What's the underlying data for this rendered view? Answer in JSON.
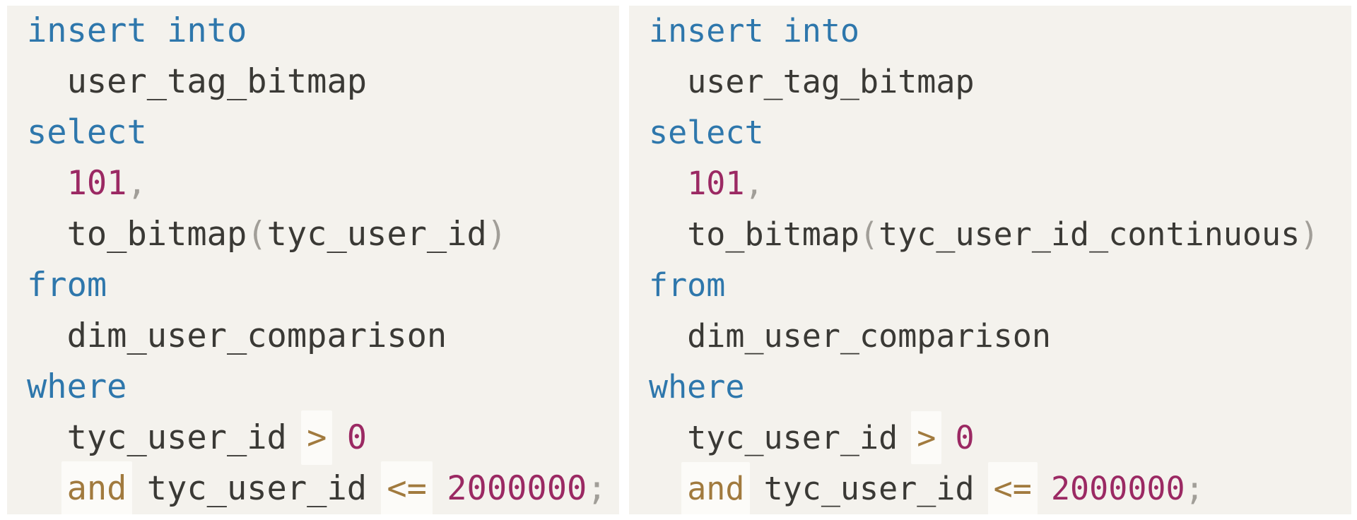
{
  "colors": {
    "page_bg": "#ffffff",
    "panel_bg": "#f4f2ed",
    "keyword": "#2e77ac",
    "identifier": "#3a3935",
    "number": "#9b2963",
    "operator": "#a17a3e",
    "punctuation": "#a19e98",
    "highlight_bg": "#fcfbf8"
  },
  "panels": [
    {
      "name": "sql-snippet-left",
      "lines": [
        [
          {
            "text": "insert into",
            "type": "keyword"
          }
        ],
        [
          {
            "text": "  ",
            "type": "plain"
          },
          {
            "text": "user_tag_bitmap",
            "type": "identifier"
          }
        ],
        [
          {
            "text": "select",
            "type": "keyword"
          }
        ],
        [
          {
            "text": "  ",
            "type": "plain"
          },
          {
            "text": "101",
            "type": "number"
          },
          {
            "text": ",",
            "type": "punctuation"
          }
        ],
        [
          {
            "text": "  ",
            "type": "plain"
          },
          {
            "text": "to_bitmap",
            "type": "identifier"
          },
          {
            "text": "(",
            "type": "punctuation"
          },
          {
            "text": "tyc_user_id",
            "type": "identifier"
          },
          {
            "text": ")",
            "type": "punctuation"
          }
        ],
        [
          {
            "text": "from",
            "type": "keyword"
          }
        ],
        [
          {
            "text": "  ",
            "type": "plain"
          },
          {
            "text": "dim_user_comparison",
            "type": "identifier"
          }
        ],
        [
          {
            "text": "where",
            "type": "keyword"
          }
        ],
        [
          {
            "text": "  ",
            "type": "plain"
          },
          {
            "text": "tyc_user_id",
            "type": "identifier"
          },
          {
            "text": " ",
            "type": "plain"
          },
          {
            "text": ">",
            "type": "operator",
            "hl": true
          },
          {
            "text": " ",
            "type": "plain"
          },
          {
            "text": "0",
            "type": "number"
          }
        ],
        [
          {
            "text": "  ",
            "type": "plain"
          },
          {
            "text": "and",
            "type": "operator",
            "hl": true
          },
          {
            "text": " ",
            "type": "plain"
          },
          {
            "text": "tyc_user_id",
            "type": "identifier"
          },
          {
            "text": " ",
            "type": "plain"
          },
          {
            "text": "<=",
            "type": "operator",
            "hl": true
          },
          {
            "text": " ",
            "type": "plain"
          },
          {
            "text": "2000000",
            "type": "number"
          },
          {
            "text": ";",
            "type": "punctuation"
          }
        ]
      ]
    },
    {
      "name": "sql-snippet-right",
      "lines": [
        [
          {
            "text": "insert into",
            "type": "keyword"
          }
        ],
        [
          {
            "text": "  ",
            "type": "plain"
          },
          {
            "text": "user_tag_bitmap",
            "type": "identifier"
          }
        ],
        [
          {
            "text": "select",
            "type": "keyword"
          }
        ],
        [
          {
            "text": "  ",
            "type": "plain"
          },
          {
            "text": "101",
            "type": "number"
          },
          {
            "text": ",",
            "type": "punctuation"
          }
        ],
        [
          {
            "text": "  ",
            "type": "plain"
          },
          {
            "text": "to_bitmap",
            "type": "identifier"
          },
          {
            "text": "(",
            "type": "punctuation"
          },
          {
            "text": "tyc_user_id_continuous",
            "type": "identifier"
          },
          {
            "text": ")",
            "type": "punctuation"
          }
        ],
        [
          {
            "text": "from",
            "type": "keyword"
          }
        ],
        [
          {
            "text": "  ",
            "type": "plain"
          },
          {
            "text": "dim_user_comparison",
            "type": "identifier"
          }
        ],
        [
          {
            "text": "where",
            "type": "keyword"
          }
        ],
        [
          {
            "text": "  ",
            "type": "plain"
          },
          {
            "text": "tyc_user_id",
            "type": "identifier"
          },
          {
            "text": " ",
            "type": "plain"
          },
          {
            "text": ">",
            "type": "operator",
            "hl": true
          },
          {
            "text": " ",
            "type": "plain"
          },
          {
            "text": "0",
            "type": "number"
          }
        ],
        [
          {
            "text": "  ",
            "type": "plain"
          },
          {
            "text": "and",
            "type": "operator",
            "hl": true
          },
          {
            "text": " ",
            "type": "plain"
          },
          {
            "text": "tyc_user_id",
            "type": "identifier"
          },
          {
            "text": " ",
            "type": "plain"
          },
          {
            "text": "<=",
            "type": "operator",
            "hl": true
          },
          {
            "text": " ",
            "type": "plain"
          },
          {
            "text": "2000000",
            "type": "number"
          },
          {
            "text": ";",
            "type": "punctuation"
          }
        ]
      ]
    }
  ]
}
